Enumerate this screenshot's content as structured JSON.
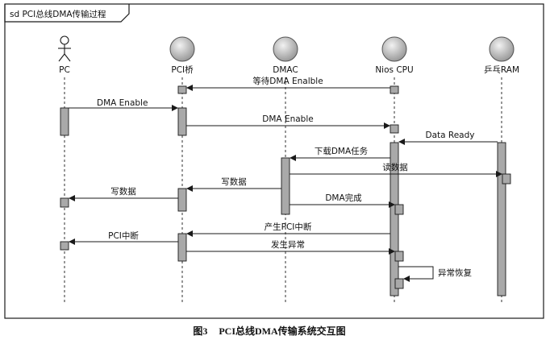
{
  "frame_title": "sd PCI总线DMA传输过程",
  "participants": [
    {
      "label": "PC",
      "kind": "actor"
    },
    {
      "label": "PCI桥",
      "kind": "object"
    },
    {
      "label": "DMAC",
      "kind": "object"
    },
    {
      "label": "Nios CPU",
      "kind": "object"
    },
    {
      "label": "乒乓RAM",
      "kind": "object"
    }
  ],
  "messages": [
    {
      "text": "等待DMA Enalble",
      "from": "Nios CPU",
      "to": "PCI桥"
    },
    {
      "text": "DMA Enable",
      "from": "PC",
      "to": "PCI桥"
    },
    {
      "text": "DMA Enable",
      "from": "PCI桥",
      "to": "Nios CPU"
    },
    {
      "text": "Data Ready",
      "from": "乒乓RAM",
      "to": "Nios CPU"
    },
    {
      "text": "下载DMA任务",
      "from": "Nios CPU",
      "to": "DMAC"
    },
    {
      "text": "读数据",
      "from": "DMAC",
      "to": "乒乓RAM"
    },
    {
      "text": "写数据",
      "from": "DMAC",
      "to": "PCI桥"
    },
    {
      "text": "写数据",
      "from": "PCI桥",
      "to": "PC"
    },
    {
      "text": "DMA完成",
      "from": "DMAC",
      "to": "Nios CPU"
    },
    {
      "text": "产生PCI中断",
      "from": "Nios CPU",
      "to": "PCI桥"
    },
    {
      "text": "PCI中断",
      "from": "PCI桥",
      "to": "PC"
    },
    {
      "text": "发生异常",
      "from": "PCI桥",
      "to": "Nios CPU"
    },
    {
      "text": "异常恢复",
      "from": "Nios CPU",
      "to": "Nios CPU"
    }
  ],
  "caption": {
    "figure": "图3",
    "title": "PCI总线DMA传输系统交互图"
  },
  "colors": {
    "line": "#1a1a1a",
    "activation": "#a9a9a9",
    "object_fill": "#c8c8c8"
  }
}
